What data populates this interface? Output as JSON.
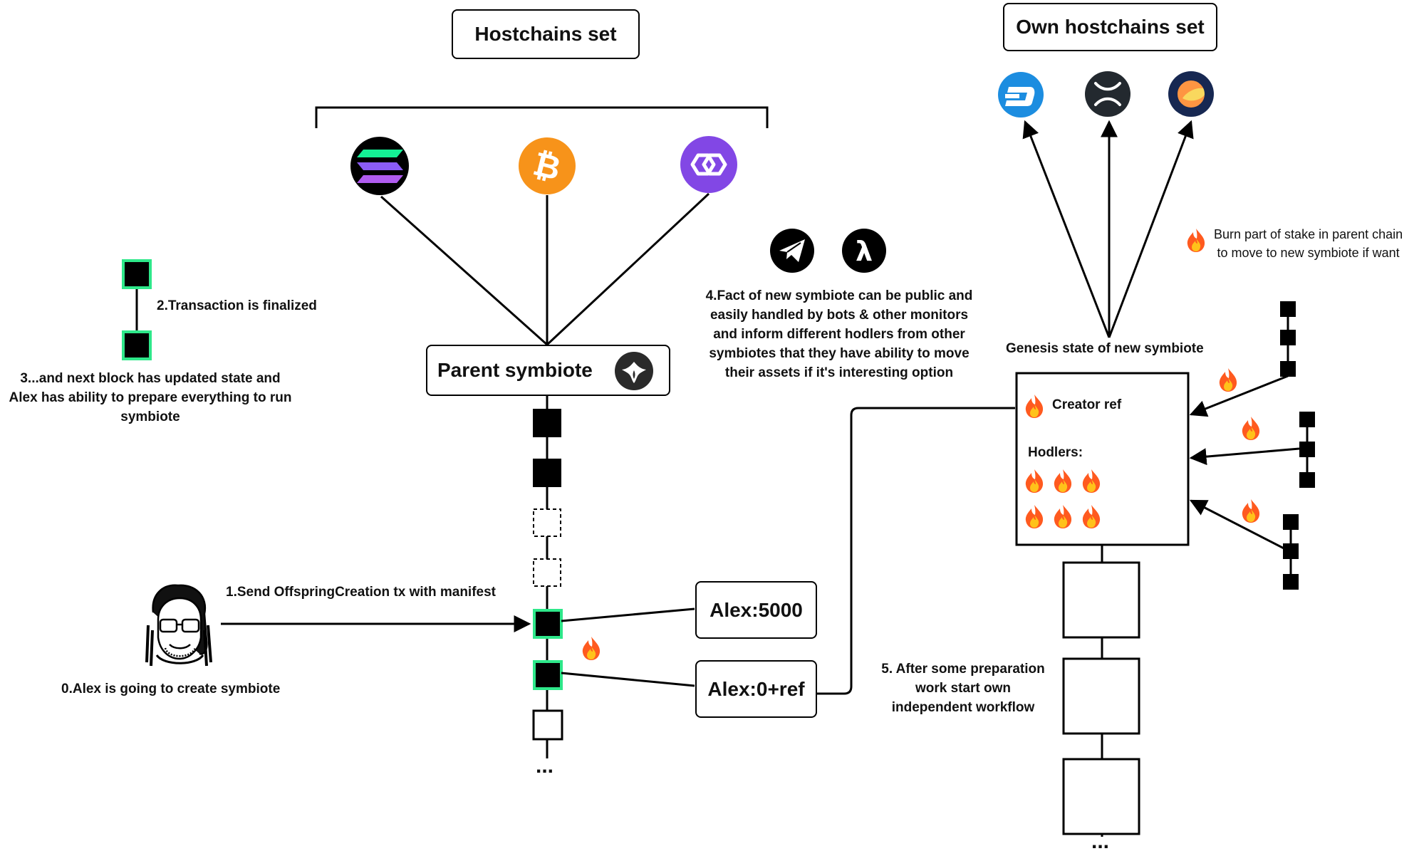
{
  "hostchains_title": "Hostchains set",
  "own_hostchains_title": "Own hostchains set",
  "parent_symbiote_label": "Parent symbiote",
  "step0": "0.Alex is going to create symbiote",
  "step1": "1.Send OffspringCreation tx with manifest",
  "step2": "2.Transaction is finalized",
  "step3": [
    "3...and next block has updated state and",
    "Alex has ability to prepare everything to run",
    "symbiote"
  ],
  "step4": [
    "4.Fact of new symbiote can be public and",
    "easily handled by bots & other monitors",
    "and inform different hodlers from other",
    "symbiotes that they have ability to move",
    "their assets if it's interesting option"
  ],
  "step5": [
    "5. After some preparation",
    "work start own",
    "independent workflow"
  ],
  "genesis_label": "Genesis state of new symbiote",
  "burn_note": [
    "Burn part of stake in parent chain",
    "to move to new symbiote if want"
  ],
  "alex_balance_1": "Alex:5000",
  "alex_balance_2": "Alex:0+ref",
  "creator_ref": "Creator ref",
  "hodlers": "Hodlers:",
  "ellipsis": "...",
  "icons": {
    "hostchains": [
      "solana-icon",
      "bitcoin-icon",
      "polygon-icon"
    ],
    "own_hostchains": [
      "dash-icon",
      "xrp-icon",
      "terra-icon"
    ],
    "bots": [
      "telegram-icon",
      "lambda-icon"
    ]
  },
  "colors": {
    "finalized_border": "#2ee88a",
    "bitcoin": "#f7931a",
    "polygon": "#8247e5",
    "dash": "#1c8de0",
    "xrp": "#23292f",
    "terra": "#172852",
    "fire": "#ff7a00"
  }
}
